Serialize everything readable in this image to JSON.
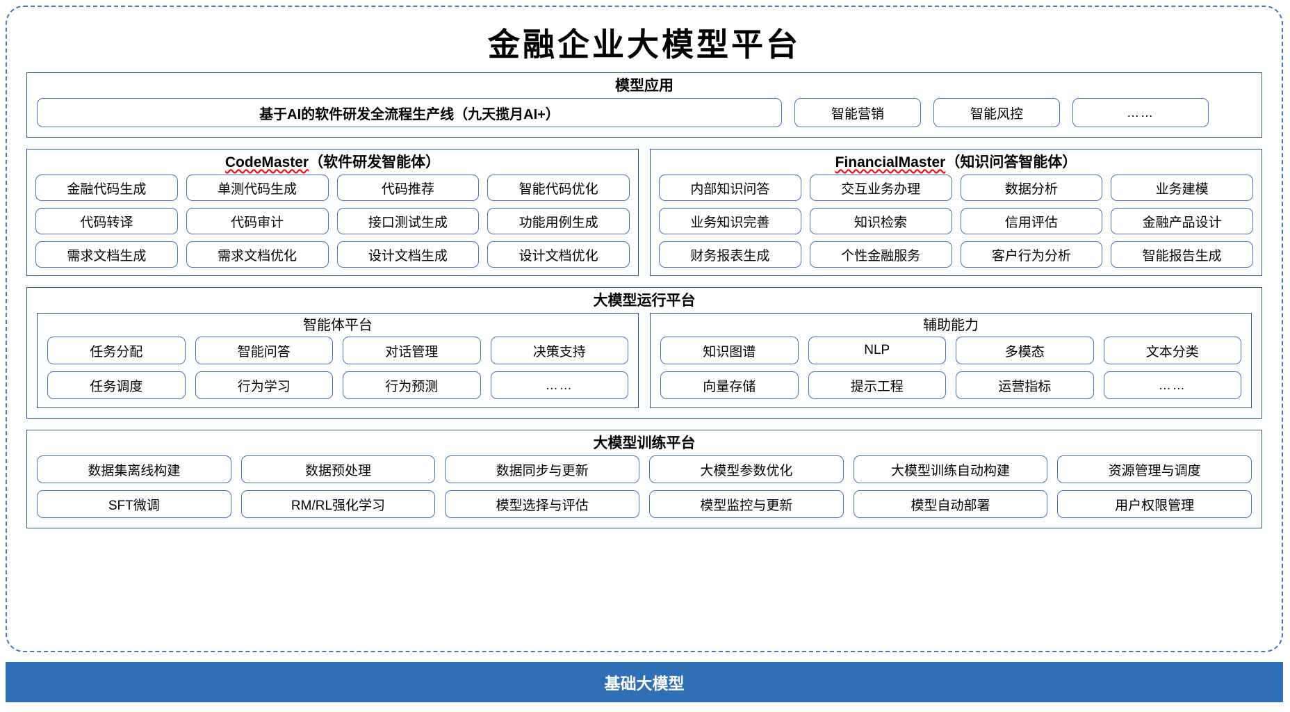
{
  "title": "金融企业大模型平台",
  "colors": {
    "panel_border": "#2f5597",
    "chip_border": "#4472c4",
    "outer_dash": "#4472c4",
    "foundation_bg": "#2f6fb5",
    "foundation_text": "#ffffff",
    "spellcheck_squiggle": "#ff0000"
  },
  "model_application": {
    "title": "模型应用",
    "wide_item": "基于AI的软件研发全流程生产线（九天揽月AI+）",
    "items": [
      "智能营销",
      "智能风控",
      "……"
    ]
  },
  "agents": [
    {
      "name_latin": "CodeMaster",
      "name_cn": "（软件研发智能体）",
      "items": [
        "金融代码生成",
        "单测代码生成",
        "代码推荐",
        "智能代码优化",
        "代码转译",
        "代码审计",
        "接口测试生成",
        "功能用例生成",
        "需求文档生成",
        "需求文档优化",
        "设计文档生成",
        "设计文档优化"
      ]
    },
    {
      "name_latin": "FinancialMaster",
      "name_cn": "（知识问答智能体）",
      "items": [
        "内部知识问答",
        "交互业务办理",
        "数据分析",
        "业务建模",
        "业务知识完善",
        "知识检索",
        "信用评估",
        "金融产品设计",
        "财务报表生成",
        "个性金融服务",
        "客户行为分析",
        "智能报告生成"
      ]
    }
  ],
  "runtime_platform": {
    "title": "大模型运行平台",
    "subsections": [
      {
        "title": "智能体平台",
        "items": [
          "任务分配",
          "智能问答",
          "对话管理",
          "决策支持",
          "任务调度",
          "行为学习",
          "行为预测",
          "……"
        ]
      },
      {
        "title": "辅助能力",
        "items": [
          "知识图谱",
          "NLP",
          "多模态",
          "文本分类",
          "向量存储",
          "提示工程",
          "运营指标",
          "……"
        ]
      }
    ]
  },
  "training_platform": {
    "title": "大模型训练平台",
    "items": [
      "数据集离线构建",
      "数据预处理",
      "数据同步与更新",
      "大模型参数优化",
      "大模型训练自动构建",
      "资源管理与调度",
      "SFT微调",
      "RM/RL强化学习",
      "模型选择与评估",
      "模型监控与更新",
      "模型自动部署",
      "用户权限管理"
    ]
  },
  "foundation": {
    "label": "基础大模型"
  }
}
